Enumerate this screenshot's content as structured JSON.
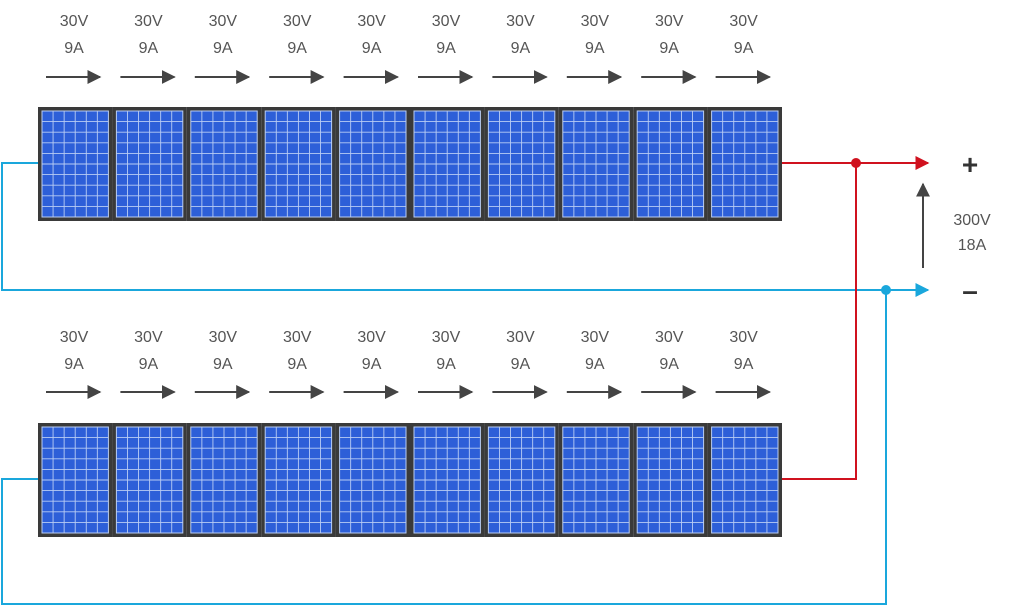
{
  "strings": [
    {
      "panels": [
        {
          "voltage": "30V",
          "current": "9A"
        },
        {
          "voltage": "30V",
          "current": "9A"
        },
        {
          "voltage": "30V",
          "current": "9A"
        },
        {
          "voltage": "30V",
          "current": "9A"
        },
        {
          "voltage": "30V",
          "current": "9A"
        },
        {
          "voltage": "30V",
          "current": "9A"
        },
        {
          "voltage": "30V",
          "current": "9A"
        },
        {
          "voltage": "30V",
          "current": "9A"
        },
        {
          "voltage": "30V",
          "current": "9A"
        },
        {
          "voltage": "30V",
          "current": "9A"
        }
      ]
    },
    {
      "panels": [
        {
          "voltage": "30V",
          "current": "9A"
        },
        {
          "voltage": "30V",
          "current": "9A"
        },
        {
          "voltage": "30V",
          "current": "9A"
        },
        {
          "voltage": "30V",
          "current": "9A"
        },
        {
          "voltage": "30V",
          "current": "9A"
        },
        {
          "voltage": "30V",
          "current": "9A"
        },
        {
          "voltage": "30V",
          "current": "9A"
        },
        {
          "voltage": "30V",
          "current": "9A"
        },
        {
          "voltage": "30V",
          "current": "9A"
        },
        {
          "voltage": "30V",
          "current": "9A"
        }
      ]
    }
  ],
  "output": {
    "plus_sign": "+",
    "minus_sign": "–",
    "voltage": "300V",
    "current": "18A"
  },
  "colors": {
    "positive_wire": "#d0121f",
    "negative_wire": "#1aa7dc",
    "panel_frame": "#3a3a3a",
    "cell": "#2d5fd8",
    "cell_grid": "#b9cdf4",
    "arrow": "#444444",
    "label_text": "#555555"
  }
}
